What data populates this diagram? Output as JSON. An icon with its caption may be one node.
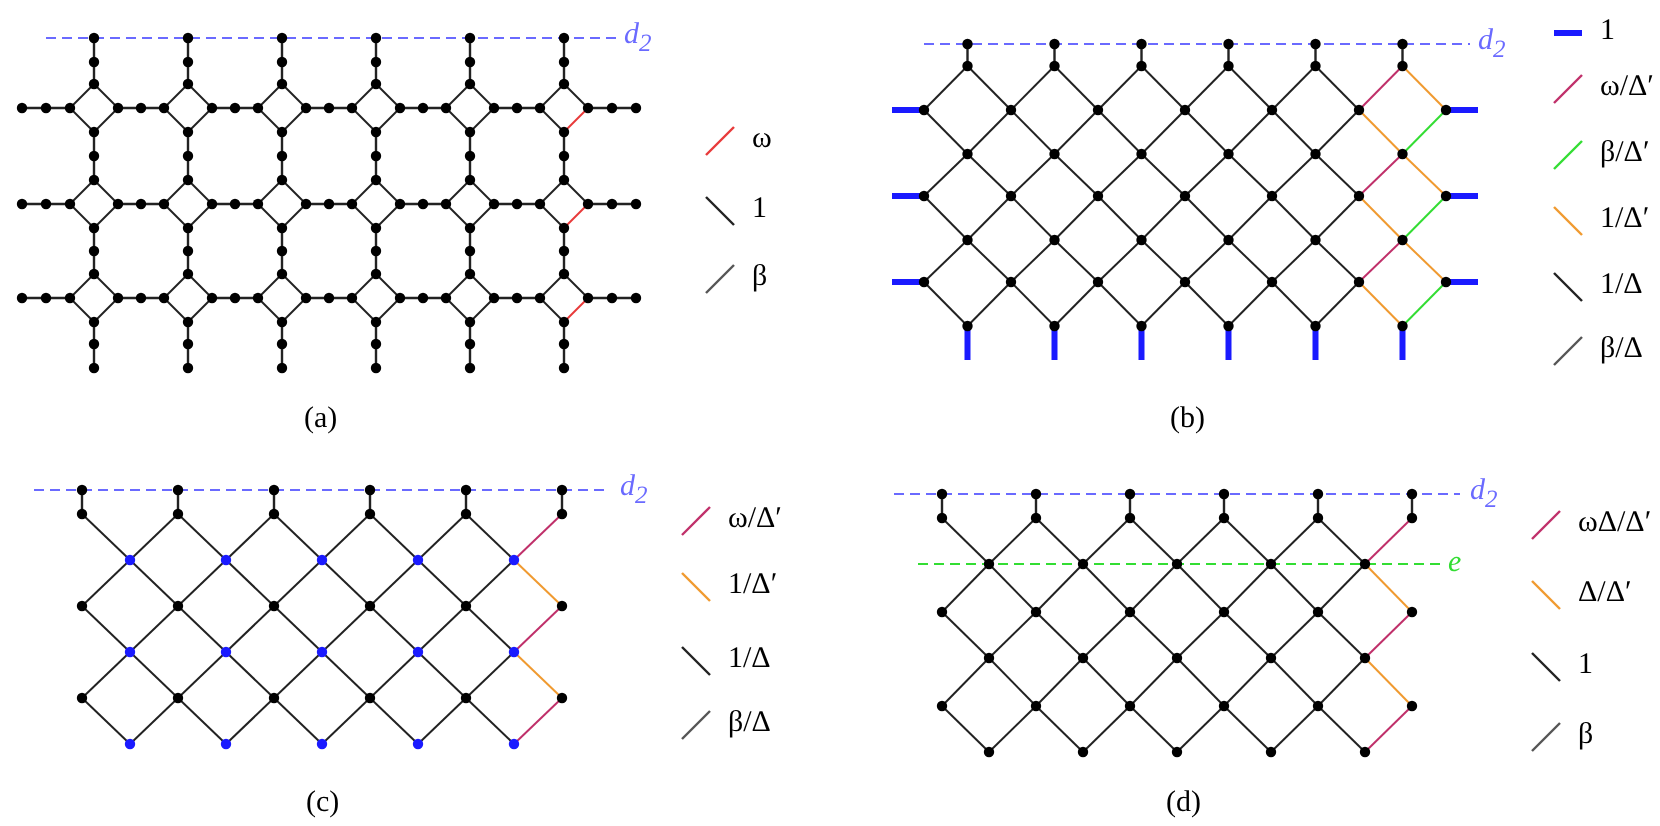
{
  "diagram": {
    "labels": [
      "d$_{2}$",
      "d$_{2}$",
      "(a)",
      "(b)",
      "d$_{2}$",
      "e",
      "d$_{2}$",
      "(c)",
      "(d)"
    ],
    "legend": [
      {
        "text": "ω"
      },
      {
        "text": "1"
      },
      {
        "text": "β"
      },
      {
        "text": "1"
      },
      {
        "text": "ω/Δ′"
      },
      {
        "text": "β/Δ′"
      },
      {
        "text": "1/Δ′"
      },
      {
        "text": "1/Δ"
      },
      {
        "text": "β/Δ"
      },
      {
        "text": "ω/Δ′"
      },
      {
        "text": "1/Δ′"
      },
      {
        "text": "1/Δ"
      },
      {
        "text": "β/Δ"
      },
      {
        "text": "ωΔ/Δ′"
      },
      {
        "text": "Δ/Δ′"
      },
      {
        "text": "1"
      },
      {
        "text": "β"
      }
    ]
  }
}
